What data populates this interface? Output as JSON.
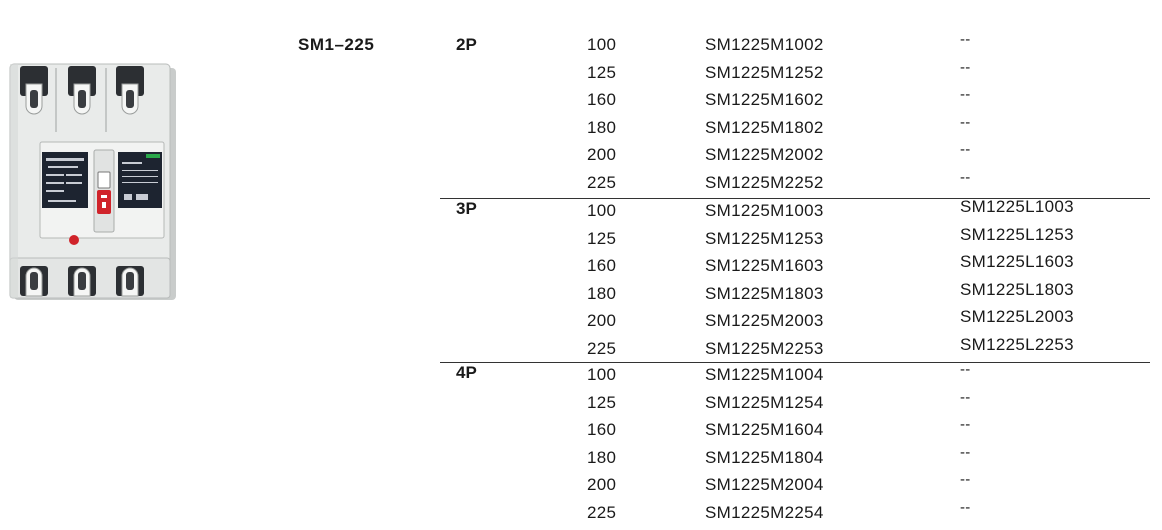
{
  "series": "SM1–225",
  "groups": [
    {
      "pole": "2P",
      "rows": [
        {
          "amp": "100",
          "m_code": "SM1225M1002",
          "l_code": "--"
        },
        {
          "amp": "125",
          "m_code": "SM1225M1252",
          "l_code": "--"
        },
        {
          "amp": "160",
          "m_code": "SM1225M1602",
          "l_code": "--"
        },
        {
          "amp": "180",
          "m_code": "SM1225M1802",
          "l_code": "--"
        },
        {
          "amp": "200",
          "m_code": "SM1225M2002",
          "l_code": "--"
        },
        {
          "amp": "225",
          "m_code": "SM1225M2252",
          "l_code": "--"
        }
      ]
    },
    {
      "pole": "3P",
      "rows": [
        {
          "amp": "100",
          "m_code": "SM1225M1003",
          "l_code": "SM1225L1003"
        },
        {
          "amp": "125",
          "m_code": "SM1225M1253",
          "l_code": "SM1225L1253"
        },
        {
          "amp": "160",
          "m_code": "SM1225M1603",
          "l_code": "SM1225L1603"
        },
        {
          "amp": "180",
          "m_code": "SM1225M1803",
          "l_code": "SM1225L1803"
        },
        {
          "amp": "200",
          "m_code": "SM1225M2003",
          "l_code": "SM1225L2003"
        },
        {
          "amp": "225",
          "m_code": "SM1225M2253",
          "l_code": "SM1225L2253"
        }
      ]
    },
    {
      "pole": "4P",
      "rows": [
        {
          "amp": "100",
          "m_code": "SM1225M1004",
          "l_code": "--"
        },
        {
          "amp": "125",
          "m_code": "SM1225M1254",
          "l_code": "--"
        },
        {
          "amp": "160",
          "m_code": "SM1225M1604",
          "l_code": "--"
        },
        {
          "amp": "180",
          "m_code": "SM1225M1804",
          "l_code": "--"
        },
        {
          "amp": "200",
          "m_code": "SM1225M2004",
          "l_code": "--"
        },
        {
          "amp": "225",
          "m_code": "SM1225M2254",
          "l_code": "--"
        }
      ]
    }
  ],
  "colors": {
    "body": "#e9ebea",
    "label_dark": "#1d2430",
    "handle_red": "#d0232a",
    "indicator_green": "#2aa84a",
    "text": "#1a1a1a"
  }
}
